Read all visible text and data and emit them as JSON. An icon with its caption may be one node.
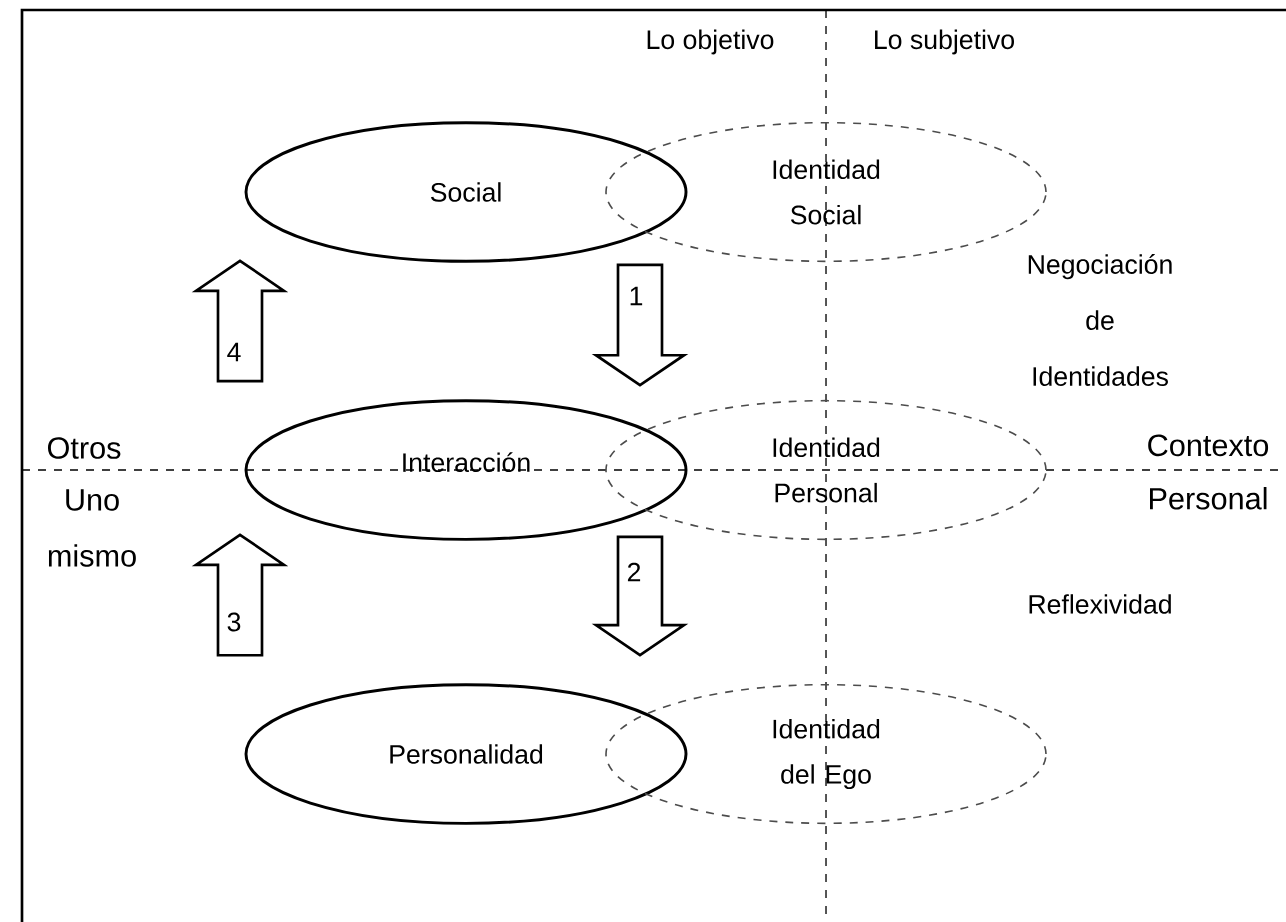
{
  "diagram": {
    "nodes": [
      {
        "text": [
          "Social"
        ]
      },
      {
        "text": [
          "Identidad Social"
        ]
      },
      {
        "text": [
          "Interacción"
        ]
      },
      {
        "text": [
          "Identidad Personal"
        ]
      },
      {
        "text": [
          "Personalidad"
        ]
      },
      {
        "text": [
          "Identidad del Ego"
        ]
      }
    ],
    "edges": [
      {
        "from": 0,
        "to": 2,
        "arrow": "to",
        "label": "1"
      },
      {
        "from": 2,
        "to": 4,
        "arrow": "to",
        "label": "2"
      },
      {
        "from": 4,
        "to": 2,
        "arrow": "to",
        "label": "3"
      },
      {
        "from": 2,
        "to": 0,
        "arrow": "to",
        "label": "4"
      }
    ],
    "labels": [
      "Lo objetivo",
      "Lo subjetivo",
      "Negociación de Identidades",
      "Otros",
      "Contexto Personal",
      "Uno mismo",
      "Reflexividad"
    ]
  }
}
